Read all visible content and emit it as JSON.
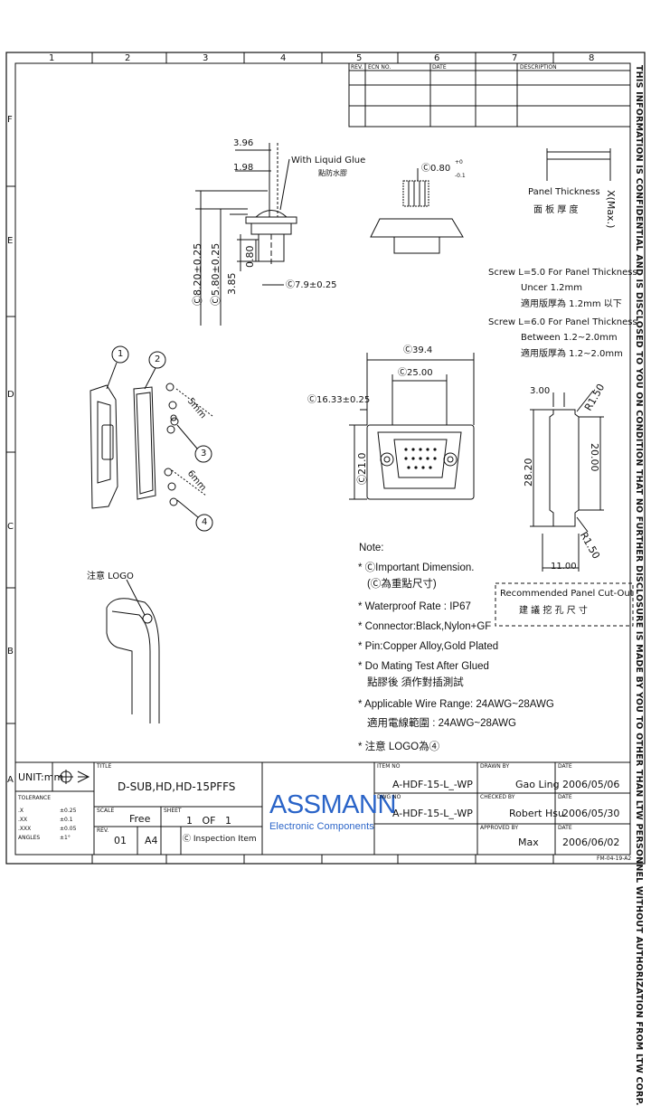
{
  "border": {
    "columns": [
      "1",
      "2",
      "3",
      "4",
      "5",
      "6",
      "7",
      "8"
    ],
    "rows": [
      "F",
      "E",
      "D",
      "C",
      "B",
      "A"
    ]
  },
  "revision_table": {
    "headers": [
      "REV.",
      "ECN NO.",
      "DATE",
      "DESCRIPTION"
    ]
  },
  "side_text": "THIS INFORMATION IS CONFIDENTIAL AND IS DISCLOSED TO YOU ON CONDITION THAT NO FURTHER DISCLOSURE IS MADE BY YOU TO OTHER THAN LTW PERSONNEL WITHOUT AUTHORIZATION FROM LTW CORP.",
  "side_view": {
    "dim_396": "3.96",
    "dim_198": "1.98",
    "glue_label": "With Liquid Glue",
    "glue_label_cn": "點防水膠",
    "dim_820": "Ⓒ8.20±0.25",
    "dim_580": "Ⓒ5.80±0.25",
    "dim_385": "3.85",
    "dim_080": "0.80",
    "dim_79": "Ⓒ7.9±0.25"
  },
  "top_view": {
    "dim_080": "Ⓒ0.80",
    "tol_plus": "+0",
    "tol_minus": "-0.1"
  },
  "panel": {
    "thickness_label": "Panel Thickness",
    "thickness_cn": "面 板 厚 度",
    "x_max": "X(Max.)",
    "screw1_line1": "Screw L=5.0 For Panel Thickness",
    "screw1_line2": "Uncer 1.2mm",
    "screw1_cn": "適用版厚為 1.2mm 以下",
    "screw2_line1": "Screw L=6.0 For Panel Thickness",
    "screw2_line2": "Between 1.2~2.0mm",
    "screw2_cn": "適用版厚為 1.2~2.0mm"
  },
  "front_view": {
    "dim_394": "Ⓒ39.4",
    "dim_2500": "Ⓒ25.00",
    "dim_1633": "Ⓒ16.33±0.25",
    "dim_210": "Ⓒ21.0"
  },
  "cutout": {
    "dim_300": "3.00",
    "dim_r150": "R1.50",
    "dim_2820": "28.20",
    "dim_2000": "20.00",
    "dim_r150b": "R1.50",
    "dim_1100": "11.00",
    "title": "Recommended Panel Cut-Out",
    "title_cn": "建 議 挖 孔 尺 寸"
  },
  "exploded": {
    "callouts": [
      "1",
      "2",
      "3",
      "4"
    ],
    "screw1": "5mm",
    "screw2": "6mm",
    "logo_label": "注意 LOGO"
  },
  "notes": {
    "heading": "Note:",
    "items": [
      "* ⒸImportant Dimension.",
      "(Ⓒ為重點尺寸)",
      "* Waterproof Rate : IP67",
      "* Connector:Black,Nylon+GF",
      "* Pin:Copper Alloy,Gold Plated",
      "* Do Mating Test After Glued",
      "點膠後 須作對插測試",
      "* Applicable Wire Range: 24AWG~28AWG",
      "適用電線範圍 : 24AWG~28AWG",
      "* 注意 LOGO為④"
    ]
  },
  "title_block": {
    "unit": "UNIT:mm",
    "tolerance_label": "TOLERANCE",
    "tolerance": [
      {
        "k": ".X",
        "v": "±0.25"
      },
      {
        "k": ".XX",
        "v": "±0.1"
      },
      {
        "k": ".XXX",
        "v": "±0.05"
      },
      {
        "k": "ANGLES",
        "v": "±1°"
      }
    ],
    "title_label": "TITLE",
    "title": "D-SUB,HD,HD-15PFFS",
    "scale_label": "SCALE",
    "scale": "Free",
    "sheet_label": "SHEET",
    "sheet": "1   OF   1",
    "rev_label": "REV.",
    "rev": "01",
    "size": "A4",
    "inspection": "Ⓒ Inspection Item",
    "company": "ASSMANN",
    "company_sub": "Electronic Components",
    "item_no_label": "ITEM NO",
    "item_no": "A-HDF-15-L_-WP",
    "dwg_no_label": "DWG NO",
    "dwg_no": "A-HDF-15-L_-WP",
    "drawn_label": "DRAWN BY",
    "drawn_by": "Gao Ling",
    "checked_label": "CHECKED BY",
    "checked_by": "Robert Hsu",
    "approved_label": "APPROVED BY",
    "approved_by": "Max",
    "date_label": "DATE",
    "date1": "2006/05/06",
    "date2": "2006/05/30",
    "date3": "2006/06/02",
    "form_no": "FM-04-19-A2"
  }
}
